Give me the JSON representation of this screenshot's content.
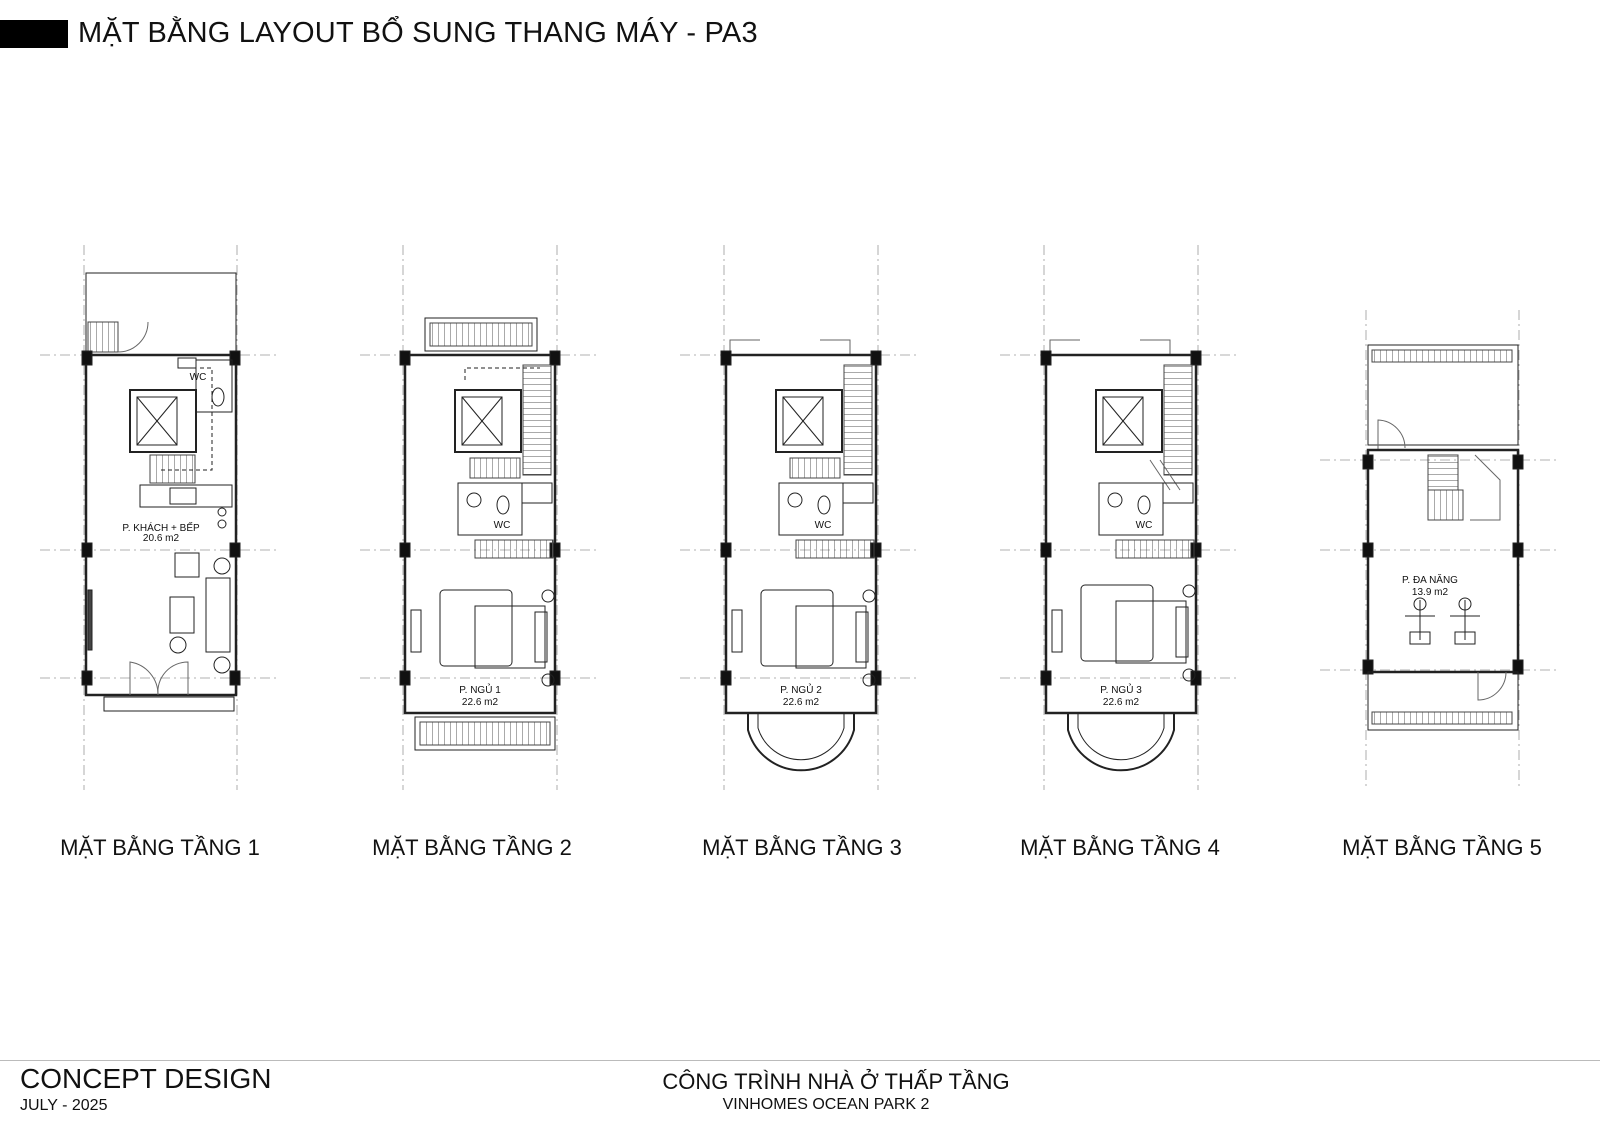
{
  "sheet": {
    "title": "MẶT BẰNG LAYOUT BỔ SUNG THANG MÁY - PA3"
  },
  "floors": [
    {
      "label": "MẶT BẰNG TẦNG 1",
      "room_name": "P. KHÁCH + BẾP",
      "room_area": "20.6 m2",
      "wc_label": "WC"
    },
    {
      "label": "MẶT BẰNG TẦNG 2",
      "room_name": "P. NGỦ 1",
      "room_area": "22.6 m2",
      "wc_label": "WC"
    },
    {
      "label": "MẶT BẰNG TẦNG 3",
      "room_name": "P. NGỦ 2",
      "room_area": "22.6 m2",
      "wc_label": "WC"
    },
    {
      "label": "MẶT BẰNG TẦNG 4",
      "room_name": "P. NGỦ 3",
      "room_area": "22.6 m2",
      "wc_label": "WC"
    },
    {
      "label": "MẶT BẰNG TẦNG 5",
      "room_name": "P. ĐA NĂNG",
      "room_area": "13.9 m2"
    }
  ],
  "title_block": {
    "phase": "CONCEPT DESIGN",
    "date": "JULY - 2025",
    "project": "CÔNG TRÌNH NHÀ Ở THẤP TẦNG",
    "location": "VINHOMES OCEAN PARK 2"
  }
}
